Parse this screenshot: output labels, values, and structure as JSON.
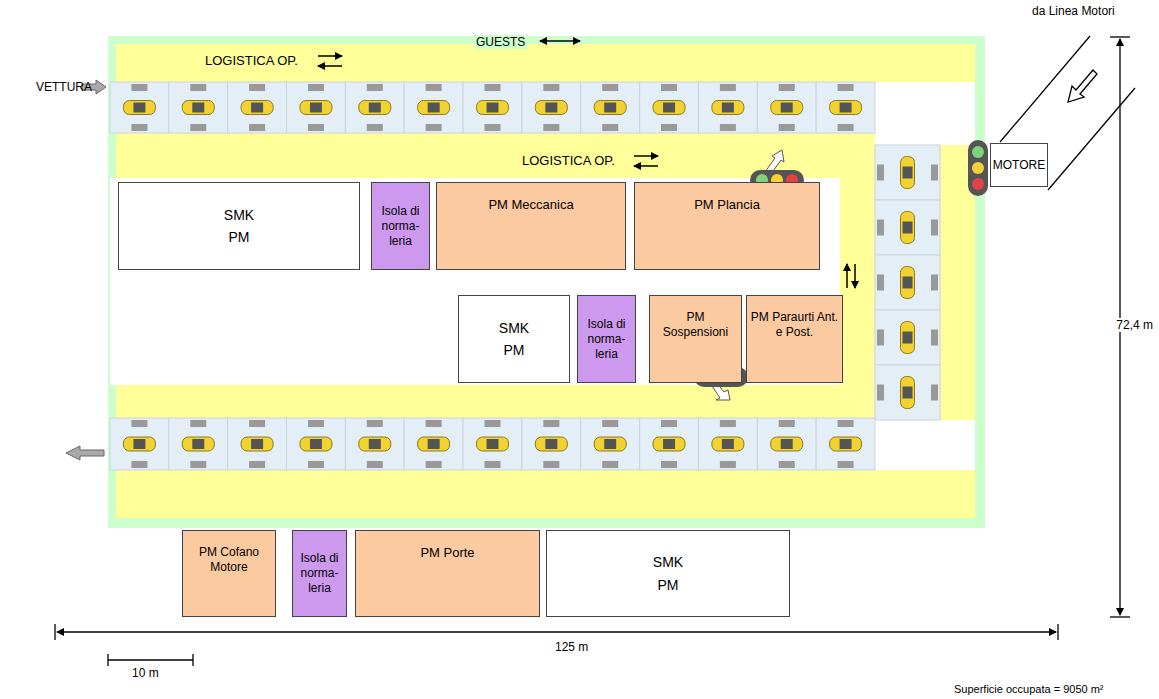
{
  "diagram": {
    "nodes": [
      {
        "text": [
          "SMK PM"
        ]
      },
      {
        "text": [
          "Isola di norma- leria"
        ]
      },
      {
        "text": [
          "PM Meccanica"
        ]
      },
      {
        "text": [
          "PM Plancia"
        ]
      },
      {
        "text": [
          "SMK PM"
        ]
      },
      {
        "text": [
          "Isola di norma- leria"
        ]
      },
      {
        "text": [
          "PM Sospensioni"
        ]
      },
      {
        "text": [
          "PM Paraurti Ant. e Post."
        ]
      },
      {
        "text": [
          "MOTORE"
        ]
      },
      {
        "text": [
          "PM Cofano Motore"
        ]
      },
      {
        "text": [
          "Isola di norma- leria"
        ]
      },
      {
        "text": [
          "PM Porte"
        ]
      },
      {
        "text": [
          "SMK PM"
        ]
      }
    ],
    "labels": [
      "VETTURA",
      "LOGISTICA OP.",
      "GUESTS",
      "LOGISTICA OP.",
      "da Linea Motori",
      "72,4 m",
      "125 m",
      "10 m",
      "Superficie occupata = 9050 m²"
    ]
  }
}
